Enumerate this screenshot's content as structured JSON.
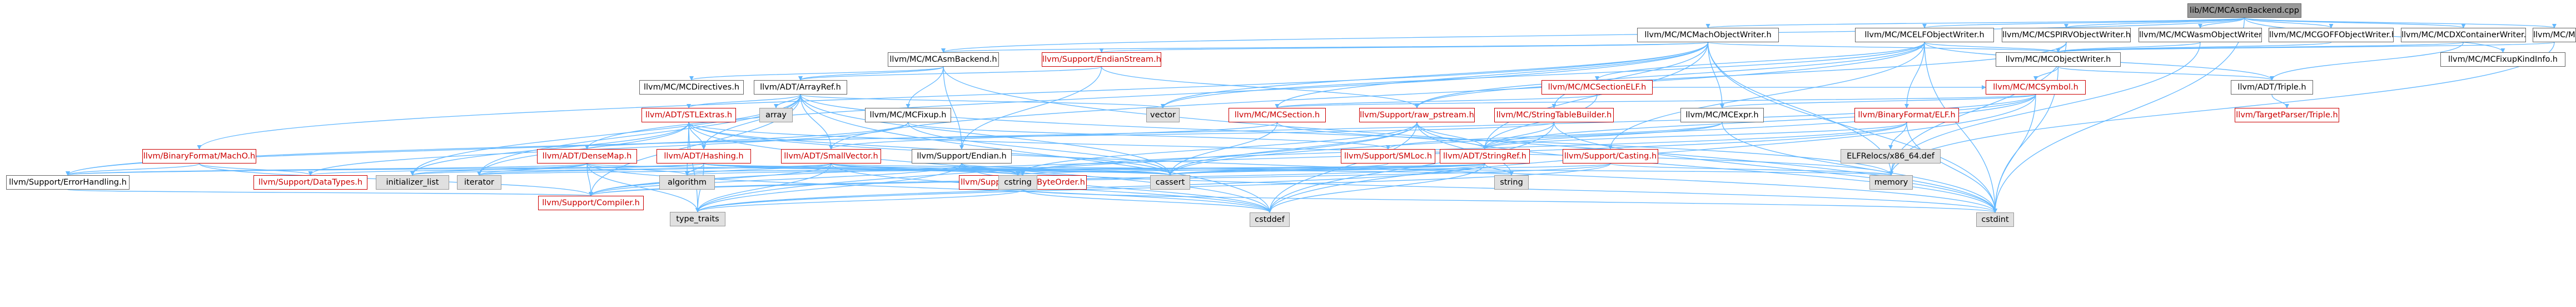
{
  "colors": {
    "edge": "#63b8ff",
    "root_fill": "#999999",
    "system_fill": "#e0e0e0",
    "link_red": "#cc0000"
  },
  "nodes": [
    {
      "key": "root",
      "label": "lib/MC/MCAsmBackend.cpp",
      "kind": "root"
    },
    {
      "key": "machoWriter",
      "label": "llvm/MC/MCMachObjectWriter.h",
      "kind": "plain"
    },
    {
      "key": "elfWriter",
      "label": "llvm/MC/MCELFObjectWriter.h",
      "kind": "plain"
    },
    {
      "key": "spirv",
      "label": "llvm/MC/MCSPIRVObjectWriter.h",
      "kind": "plain"
    },
    {
      "key": "wasm",
      "label": "llvm/MC/MCWasmObjectWriter.h",
      "kind": "plain"
    },
    {
      "key": "goff",
      "label": "llvm/MC/MCGOFFObjectWriter.h",
      "kind": "plain"
    },
    {
      "key": "dx",
      "label": "llvm/MC/MCDXContainerWriter.h",
      "kind": "plain"
    },
    {
      "key": "wincoff",
      "label": "llvm/MC/MCWinCOFFObjectWriter.h",
      "kind": "plain"
    },
    {
      "key": "fixupKind",
      "label": "llvm/MC/MCFixupKindInfo.h",
      "kind": "plain"
    },
    {
      "key": "asmBackend",
      "label": "llvm/MC/MCAsmBackend.h",
      "kind": "plain"
    },
    {
      "key": "endianStream",
      "label": "llvm/Support/EndianStream.h",
      "kind": "red"
    },
    {
      "key": "objWriter",
      "label": "llvm/MC/MCObjectWriter.h",
      "kind": "plain"
    },
    {
      "key": "directives",
      "label": "llvm/MC/MCDirectives.h",
      "kind": "plain"
    },
    {
      "key": "arrayRef",
      "label": "llvm/ADT/ArrayRef.h",
      "kind": "plain"
    },
    {
      "key": "sectionELF",
      "label": "llvm/MC/MCSectionELF.h",
      "kind": "red"
    },
    {
      "key": "symbol",
      "label": "llvm/MC/MCSymbol.h",
      "kind": "red"
    },
    {
      "key": "triple",
      "label": "llvm/ADT/Triple.h",
      "kind": "plain"
    },
    {
      "key": "targetParser",
      "label": "llvm/TargetParser/Triple.h",
      "kind": "red"
    },
    {
      "key": "stlExtras",
      "label": "llvm/ADT/STLExtras.h",
      "kind": "red"
    },
    {
      "key": "array",
      "label": "array",
      "kind": "system"
    },
    {
      "key": "fixup",
      "label": "llvm/MC/MCFixup.h",
      "kind": "plain"
    },
    {
      "key": "vector",
      "label": "vector",
      "kind": "system"
    },
    {
      "key": "section",
      "label": "llvm/MC/MCSection.h",
      "kind": "red"
    },
    {
      "key": "rawPstream",
      "label": "llvm/Support/raw_pstream.h",
      "kind": "red"
    },
    {
      "key": "strTable",
      "label": "llvm/MC/StringTableBuilder.h",
      "kind": "red"
    },
    {
      "key": "mcexpr",
      "label": "llvm/MC/MCExpr.h",
      "kind": "plain"
    },
    {
      "key": "binElf",
      "label": "llvm/BinaryFormat/ELF.h",
      "kind": "red"
    },
    {
      "key": "binMachO",
      "label": "llvm/BinaryFormat/MachO.h",
      "kind": "red"
    },
    {
      "key": "denseMap",
      "label": "llvm/ADT/DenseMap.h",
      "kind": "red"
    },
    {
      "key": "hashing",
      "label": "llvm/ADT/Hashing.h",
      "kind": "red"
    },
    {
      "key": "smallVector",
      "label": "llvm/ADT/SmallVector.h",
      "kind": "red"
    },
    {
      "key": "supEndian",
      "label": "llvm/Support/Endian.h",
      "kind": "plain"
    },
    {
      "key": "smloc",
      "label": "llvm/Support/SMLoc.h",
      "kind": "red"
    },
    {
      "key": "stringRef",
      "label": "llvm/ADT/StringRef.h",
      "kind": "red"
    },
    {
      "key": "casting",
      "label": "llvm/Support/Casting.h",
      "kind": "red"
    },
    {
      "key": "elfRelocs",
      "label": "ELFRelocs/x86_64.def",
      "kind": "system"
    },
    {
      "key": "errorHandling",
      "label": "llvm/Support/ErrorHandling.h",
      "kind": "plain"
    },
    {
      "key": "dataTypes",
      "label": "llvm/Support/DataTypes.h",
      "kind": "red"
    },
    {
      "key": "initList",
      "label": "initializer_list",
      "kind": "system"
    },
    {
      "key": "iterator",
      "label": "iterator",
      "kind": "system"
    },
    {
      "key": "algorithm",
      "label": "algorithm",
      "kind": "system"
    },
    {
      "key": "swapByteOrder",
      "label": "llvm/Support/SwapByteOrder.h",
      "kind": "red"
    },
    {
      "key": "cstring",
      "label": "cstring",
      "kind": "system"
    },
    {
      "key": "cassert",
      "label": "cassert",
      "kind": "system"
    },
    {
      "key": "string",
      "label": "string",
      "kind": "system"
    },
    {
      "key": "memory",
      "label": "memory",
      "kind": "system"
    },
    {
      "key": "compiler",
      "label": "llvm/Support/Compiler.h",
      "kind": "red"
    },
    {
      "key": "typeTraits",
      "label": "type_traits",
      "kind": "system"
    },
    {
      "key": "cstddef",
      "label": "cstddef",
      "kind": "system"
    },
    {
      "key": "cstdint",
      "label": "cstdint",
      "kind": "system"
    }
  ],
  "edges": [
    [
      "root",
      "machoWriter"
    ],
    [
      "root",
      "elfWriter"
    ],
    [
      "root",
      "spirv"
    ],
    [
      "root",
      "wasm"
    ],
    [
      "root",
      "goff"
    ],
    [
      "root",
      "dx"
    ],
    [
      "root",
      "wincoff"
    ],
    [
      "root",
      "fixupKind"
    ],
    [
      "root",
      "asmBackend"
    ],
    [
      "root",
      "cstdint"
    ],
    [
      "machoWriter",
      "asmBackend"
    ],
    [
      "machoWriter",
      "endianStream"
    ],
    [
      "machoWriter",
      "objWriter"
    ],
    [
      "machoWriter",
      "section"
    ],
    [
      "machoWriter",
      "strTable"
    ],
    [
      "machoWriter",
      "mcexpr"
    ],
    [
      "machoWriter",
      "binMachO"
    ],
    [
      "machoWriter",
      "denseMap"
    ],
    [
      "machoWriter",
      "memory"
    ],
    [
      "machoWriter",
      "vector"
    ],
    [
      "machoWriter",
      "cstdint"
    ],
    [
      "machoWriter",
      "stringRef"
    ],
    [
      "elfWriter",
      "objWriter"
    ],
    [
      "elfWriter",
      "sectionELF"
    ],
    [
      "elfWriter",
      "binElf"
    ],
    [
      "elfWriter",
      "rawPstream"
    ],
    [
      "elfWriter",
      "cstdint"
    ],
    [
      "elfWriter",
      "vector"
    ],
    [
      "elfWriter",
      "triple"
    ],
    [
      "elfWriter",
      "casting"
    ],
    [
      "elfWriter",
      "smallVector"
    ],
    [
      "spirv",
      "objWriter"
    ],
    [
      "spirv",
      "rawPstream"
    ],
    [
      "spirv",
      "memory"
    ],
    [
      "wasm",
      "objWriter"
    ],
    [
      "wasm",
      "memory"
    ],
    [
      "goff",
      "objWriter"
    ],
    [
      "dx",
      "objWriter"
    ],
    [
      "dx",
      "triple"
    ],
    [
      "wincoff",
      "objWriter"
    ],
    [
      "wincoff",
      "memory"
    ],
    [
      "asmBackend",
      "directives"
    ],
    [
      "asmBackend",
      "arrayRef"
    ],
    [
      "asmBackend",
      "fixup"
    ],
    [
      "asmBackend",
      "supEndian"
    ],
    [
      "asmBackend",
      "cstdint"
    ],
    [
      "endianStream",
      "supEndian"
    ],
    [
      "endianStream",
      "rawPstream"
    ],
    [
      "endianStream",
      "arrayRef"
    ],
    [
      "objWriter",
      "symbol"
    ],
    [
      "objWriter",
      "triple"
    ],
    [
      "objWriter",
      "cstdint"
    ],
    [
      "arrayRef",
      "stlExtras"
    ],
    [
      "arrayRef",
      "array"
    ],
    [
      "arrayRef",
      "cassert"
    ],
    [
      "arrayRef",
      "compiler"
    ],
    [
      "arrayRef",
      "smallVector"
    ],
    [
      "arrayRef",
      "cstddef"
    ],
    [
      "arrayRef",
      "vector"
    ],
    [
      "arrayRef",
      "initList"
    ],
    [
      "arrayRef",
      "iterator"
    ],
    [
      "arrayRef",
      "memory"
    ],
    [
      "arrayRef",
      "hashing"
    ],
    [
      "sectionELF",
      "section"
    ],
    [
      "sectionELF",
      "stringRef"
    ],
    [
      "sectionELF",
      "symbol"
    ],
    [
      "symbol",
      "section"
    ],
    [
      "symbol",
      "mcexpr"
    ],
    [
      "symbol",
      "stringRef"
    ],
    [
      "symbol",
      "errorHandling"
    ],
    [
      "symbol",
      "cassert"
    ],
    [
      "symbol",
      "cstddef"
    ],
    [
      "symbol",
      "cstdint"
    ],
    [
      "triple",
      "targetParser"
    ],
    [
      "stlExtras",
      "hashing"
    ],
    [
      "stlExtras",
      "iterator"
    ],
    [
      "stlExtras",
      "algorithm"
    ],
    [
      "stlExtras",
      "cassert"
    ],
    [
      "stlExtras",
      "cstddef"
    ],
    [
      "stlExtras",
      "cstdint"
    ],
    [
      "stlExtras",
      "typeTraits"
    ],
    [
      "stlExtras",
      "initList"
    ],
    [
      "stlExtras",
      "memory"
    ],
    [
      "fixup",
      "smloc"
    ],
    [
      "fixup",
      "cassert"
    ],
    [
      "fixup",
      "dataTypes"
    ],
    [
      "fixup",
      "errorHandling"
    ],
    [
      "section",
      "smallVector"
    ],
    [
      "section",
      "stringRef"
    ],
    [
      "section",
      "cassert"
    ],
    [
      "rawPstream",
      "stringRef"
    ],
    [
      "rawPstream",
      "cassert"
    ],
    [
      "rawPstream",
      "cstddef"
    ],
    [
      "rawPstream",
      "cstdint"
    ],
    [
      "rawPstream",
      "cstring"
    ],
    [
      "rawPstream",
      "string"
    ],
    [
      "rawPstream",
      "typeTraits"
    ],
    [
      "strTable",
      "stringRef"
    ],
    [
      "strTable",
      "denseMap"
    ],
    [
      "strTable",
      "cstddef"
    ],
    [
      "strTable",
      "cstdint"
    ],
    [
      "mcexpr",
      "smloc"
    ],
    [
      "mcexpr",
      "stringRef"
    ],
    [
      "mcexpr",
      "cstdint"
    ],
    [
      "binElf",
      "elfRelocs"
    ],
    [
      "binElf",
      "compiler"
    ],
    [
      "binElf",
      "cstdint"
    ],
    [
      "binElf",
      "cstring"
    ],
    [
      "binElf",
      "stringRef"
    ],
    [
      "binMachO",
      "compiler"
    ],
    [
      "binMachO",
      "dataTypes"
    ],
    [
      "binMachO",
      "errorHandling"
    ],
    [
      "denseMap",
      "compiler"
    ],
    [
      "denseMap",
      "algorithm"
    ],
    [
      "denseMap",
      "cassert"
    ],
    [
      "denseMap",
      "cstddef"
    ],
    [
      "denseMap",
      "initList"
    ],
    [
      "denseMap",
      "iterator"
    ],
    [
      "denseMap",
      "typeTraits"
    ],
    [
      "denseMap",
      "errorHandling"
    ],
    [
      "hashing",
      "dataTypes"
    ],
    [
      "hashing",
      "errorHandling"
    ],
    [
      "hashing",
      "swapByteOrder"
    ],
    [
      "hashing",
      "algorithm"
    ],
    [
      "hashing",
      "cassert"
    ],
    [
      "hashing",
      "cstring"
    ],
    [
      "hashing",
      "string"
    ],
    [
      "hashing",
      "typeTraits"
    ],
    [
      "smallVector",
      "compiler"
    ],
    [
      "smallVector",
      "algorithm"
    ],
    [
      "smallVector",
      "cassert"
    ],
    [
      "smallVector",
      "cstddef"
    ],
    [
      "smallVector",
      "cstring"
    ],
    [
      "smallVector",
      "initList"
    ],
    [
      "smallVector",
      "iterator"
    ],
    [
      "smallVector",
      "memory"
    ],
    [
      "smallVector",
      "typeTraits"
    ],
    [
      "supEndian",
      "compiler"
    ],
    [
      "supEndian",
      "swapByteOrder"
    ],
    [
      "supEndian",
      "cassert"
    ],
    [
      "supEndian",
      "cstddef"
    ],
    [
      "supEndian",
      "cstdint"
    ],
    [
      "supEndian",
      "cstring"
    ],
    [
      "supEndian",
      "typeTraits"
    ],
    [
      "smloc",
      "cassert"
    ],
    [
      "stringRef",
      "compiler"
    ],
    [
      "stringRef",
      "algorithm"
    ],
    [
      "stringRef",
      "cassert"
    ],
    [
      "stringRef",
      "cstddef"
    ],
    [
      "stringRef",
      "cstring"
    ],
    [
      "stringRef",
      "string"
    ],
    [
      "stringRef",
      "typeTraits"
    ],
    [
      "stringRef",
      "iterator"
    ],
    [
      "casting",
      "compiler"
    ],
    [
      "casting",
      "cassert"
    ],
    [
      "casting",
      "memory"
    ],
    [
      "casting",
      "typeTraits"
    ],
    [
      "errorHandling",
      "compiler"
    ],
    [
      "swapByteOrder",
      "cstddef"
    ],
    [
      "swapByteOrder",
      "cstdint"
    ],
    [
      "swapByteOrder",
      "typeTraits"
    ]
  ]
}
